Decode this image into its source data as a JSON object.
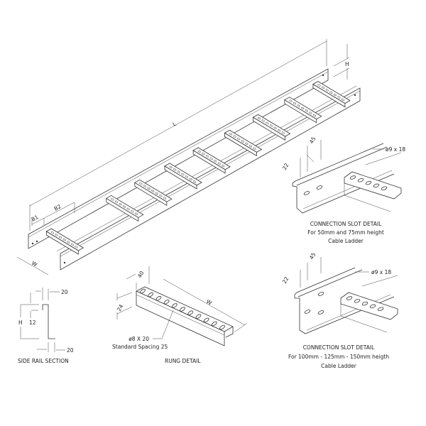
{
  "main_ladder": {
    "dims": {
      "L": "L",
      "H": "H",
      "B1": "B1",
      "B2": "B2",
      "W": "W"
    }
  },
  "slot_detail_small": {
    "dim_45": "45",
    "dim_22": "22",
    "slot_size": "ø9 x 18",
    "title": "CONNECTION SLOT DETAIL",
    "line2": "For 50mm and 75mm height",
    "line3": "Cable Ladder"
  },
  "slot_detail_large": {
    "dim_45": "45",
    "dim_22": "22",
    "slot_size": "ø9 x 18",
    "title": "CONNECTION SLOT DETAIL",
    "line2": "For 100mm - 125mm - 150mm heigth",
    "line3": "Cable Ladder"
  },
  "side_rail_section": {
    "title": "SIDE RAIL SECTION",
    "dim_top": "20",
    "dim_lip": "12",
    "dim_height": "H",
    "dim_bottom": "20"
  },
  "rung_detail": {
    "title": "RUNG DETAIL",
    "dim_40": "40",
    "dim_24": "24",
    "dim_w": "W",
    "slot_size": "ø8 X 20",
    "spacing": "Standard Spacing 25"
  }
}
